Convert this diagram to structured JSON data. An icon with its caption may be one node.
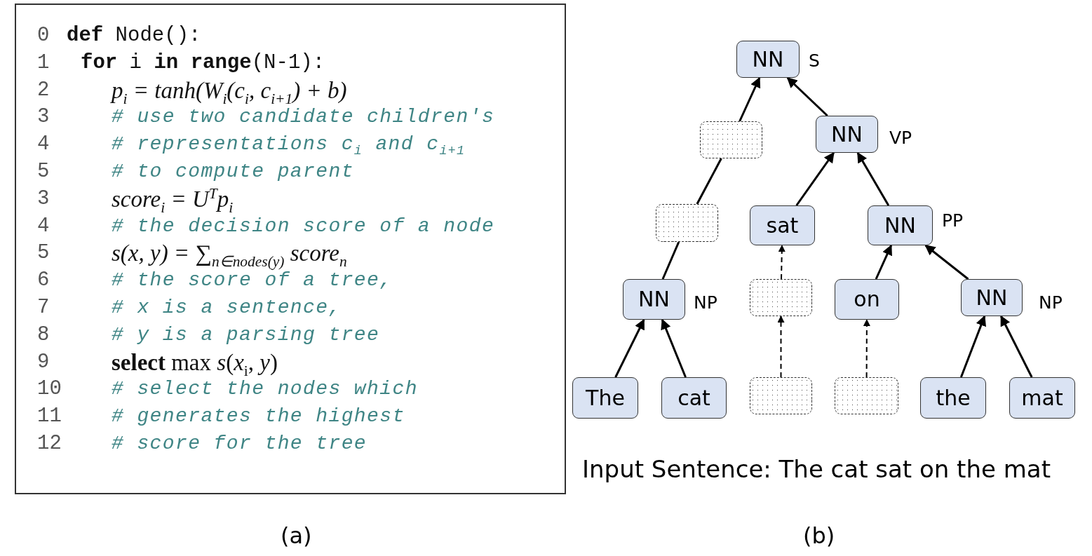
{
  "diagram": {
    "nodes": [
      {
        "text": [
          "0",
          "**def** Node():",
          "1",
          "**for** i **in** **range**(N-1):",
          "2",
          "p$_{i}$ = tanh(W$_{i}$(c$_{i}$, c$_{i+1}$) + b)",
          "3",
          "# use two candidate children's",
          "4",
          "# representations c$_{i}$ and c$_{i+1}$",
          "5",
          "# to compute parent",
          "3",
          "score$_{i}$ = U$^{T}$p$_{i}$",
          "4",
          "# the decision score of a node",
          "5",
          "s(x, y) = ∑$_{n∈nodes(y)}$ score$_{n}$",
          "6",
          "# the score of a tree,",
          "7",
          "# x is a sentence,",
          "8",
          "# y is a parsing tree",
          "9",
          "**select** max *s*(*x*$_{i}$, *y*)",
          "10",
          "# select the nodes which",
          "11",
          "# generates  the highest",
          "12",
          "# score for the tree"
        ]
      },
      {
        "text": [
          "NN"
        ],
        "beside": [
          "S"
        ]
      },
      {
        "text": [],
        "shape": "box"
      },
      {
        "text": [
          "NN"
        ],
        "beside": [
          "VP"
        ]
      },
      {
        "text": [],
        "shape": "box"
      },
      {
        "text": [
          "sat"
        ]
      },
      {
        "text": [
          "NN"
        ],
        "beside": [
          "PP"
        ]
      },
      {
        "text": [
          "NN"
        ],
        "beside": [
          "NP"
        ]
      },
      {
        "text": [],
        "shape": "box"
      },
      {
        "text": [
          "on"
        ]
      },
      {
        "text": [
          "NN"
        ],
        "beside": [
          "NP"
        ]
      },
      {
        "text": [
          "The"
        ]
      },
      {
        "text": [
          "cat"
        ]
      },
      {
        "text": [],
        "shape": "box"
      },
      {
        "text": [],
        "shape": "box"
      },
      {
        "text": [
          "the"
        ]
      },
      {
        "text": [
          "mat"
        ]
      }
    ],
    "edges": [
      {
        "from": 2,
        "to": 1,
        "arrow": "to"
      },
      {
        "from": 3,
        "to": 1,
        "arrow": "to"
      },
      {
        "from": 4,
        "to": 2,
        "arrow": "none"
      },
      {
        "from": 5,
        "to": 3,
        "arrow": "to"
      },
      {
        "from": 6,
        "to": 3,
        "arrow": "to"
      },
      {
        "from": 7,
        "to": 4,
        "arrow": "none"
      },
      {
        "from": 8,
        "to": 5,
        "arrow": "to",
        "style": "dashed"
      },
      {
        "from": 9,
        "to": 6,
        "arrow": "to"
      },
      {
        "from": 10,
        "to": 6,
        "arrow": "to"
      },
      {
        "from": 11,
        "to": 7,
        "arrow": "to"
      },
      {
        "from": 12,
        "to": 7,
        "arrow": "to"
      },
      {
        "from": 13,
        "to": 8,
        "arrow": "to",
        "style": "dashed"
      },
      {
        "from": 14,
        "to": 9,
        "arrow": "to",
        "style": "dashed"
      },
      {
        "from": 15,
        "to": 10,
        "arrow": "to"
      },
      {
        "from": 16,
        "to": 10,
        "arrow": "to"
      }
    ],
    "labels": [
      "Input Sentence: The cat sat on the mat",
      "(a)",
      "(b)"
    ]
  }
}
